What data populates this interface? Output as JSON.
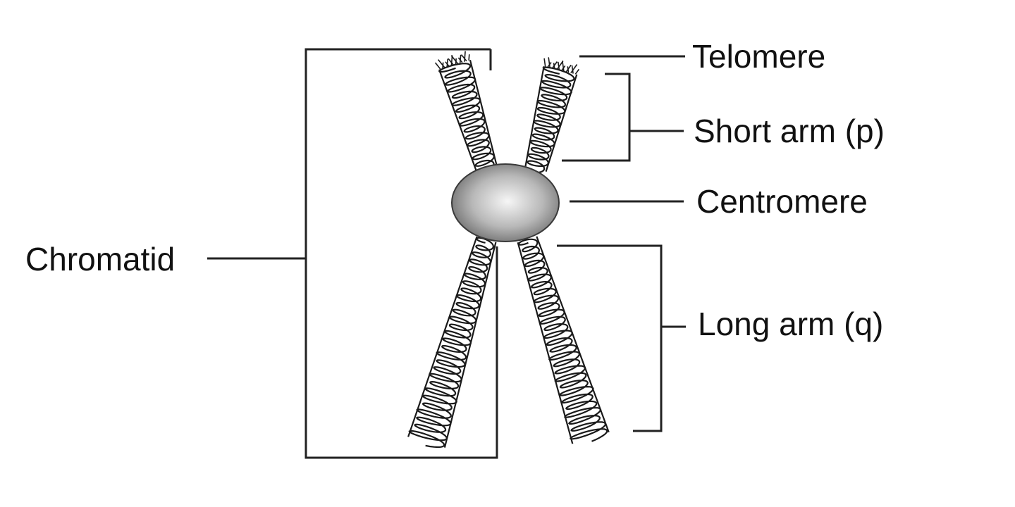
{
  "labels": {
    "telomere": "Telomere",
    "short_arm": "Short arm (p)",
    "centromere": "Centromere",
    "chromatid": "Chromatid",
    "long_arm": "Long arm (q)"
  },
  "colors": {
    "line": "#222222",
    "text": "#111111",
    "centromere_light": "#f4f4f4",
    "centromere_dark": "#6e6e6e"
  }
}
